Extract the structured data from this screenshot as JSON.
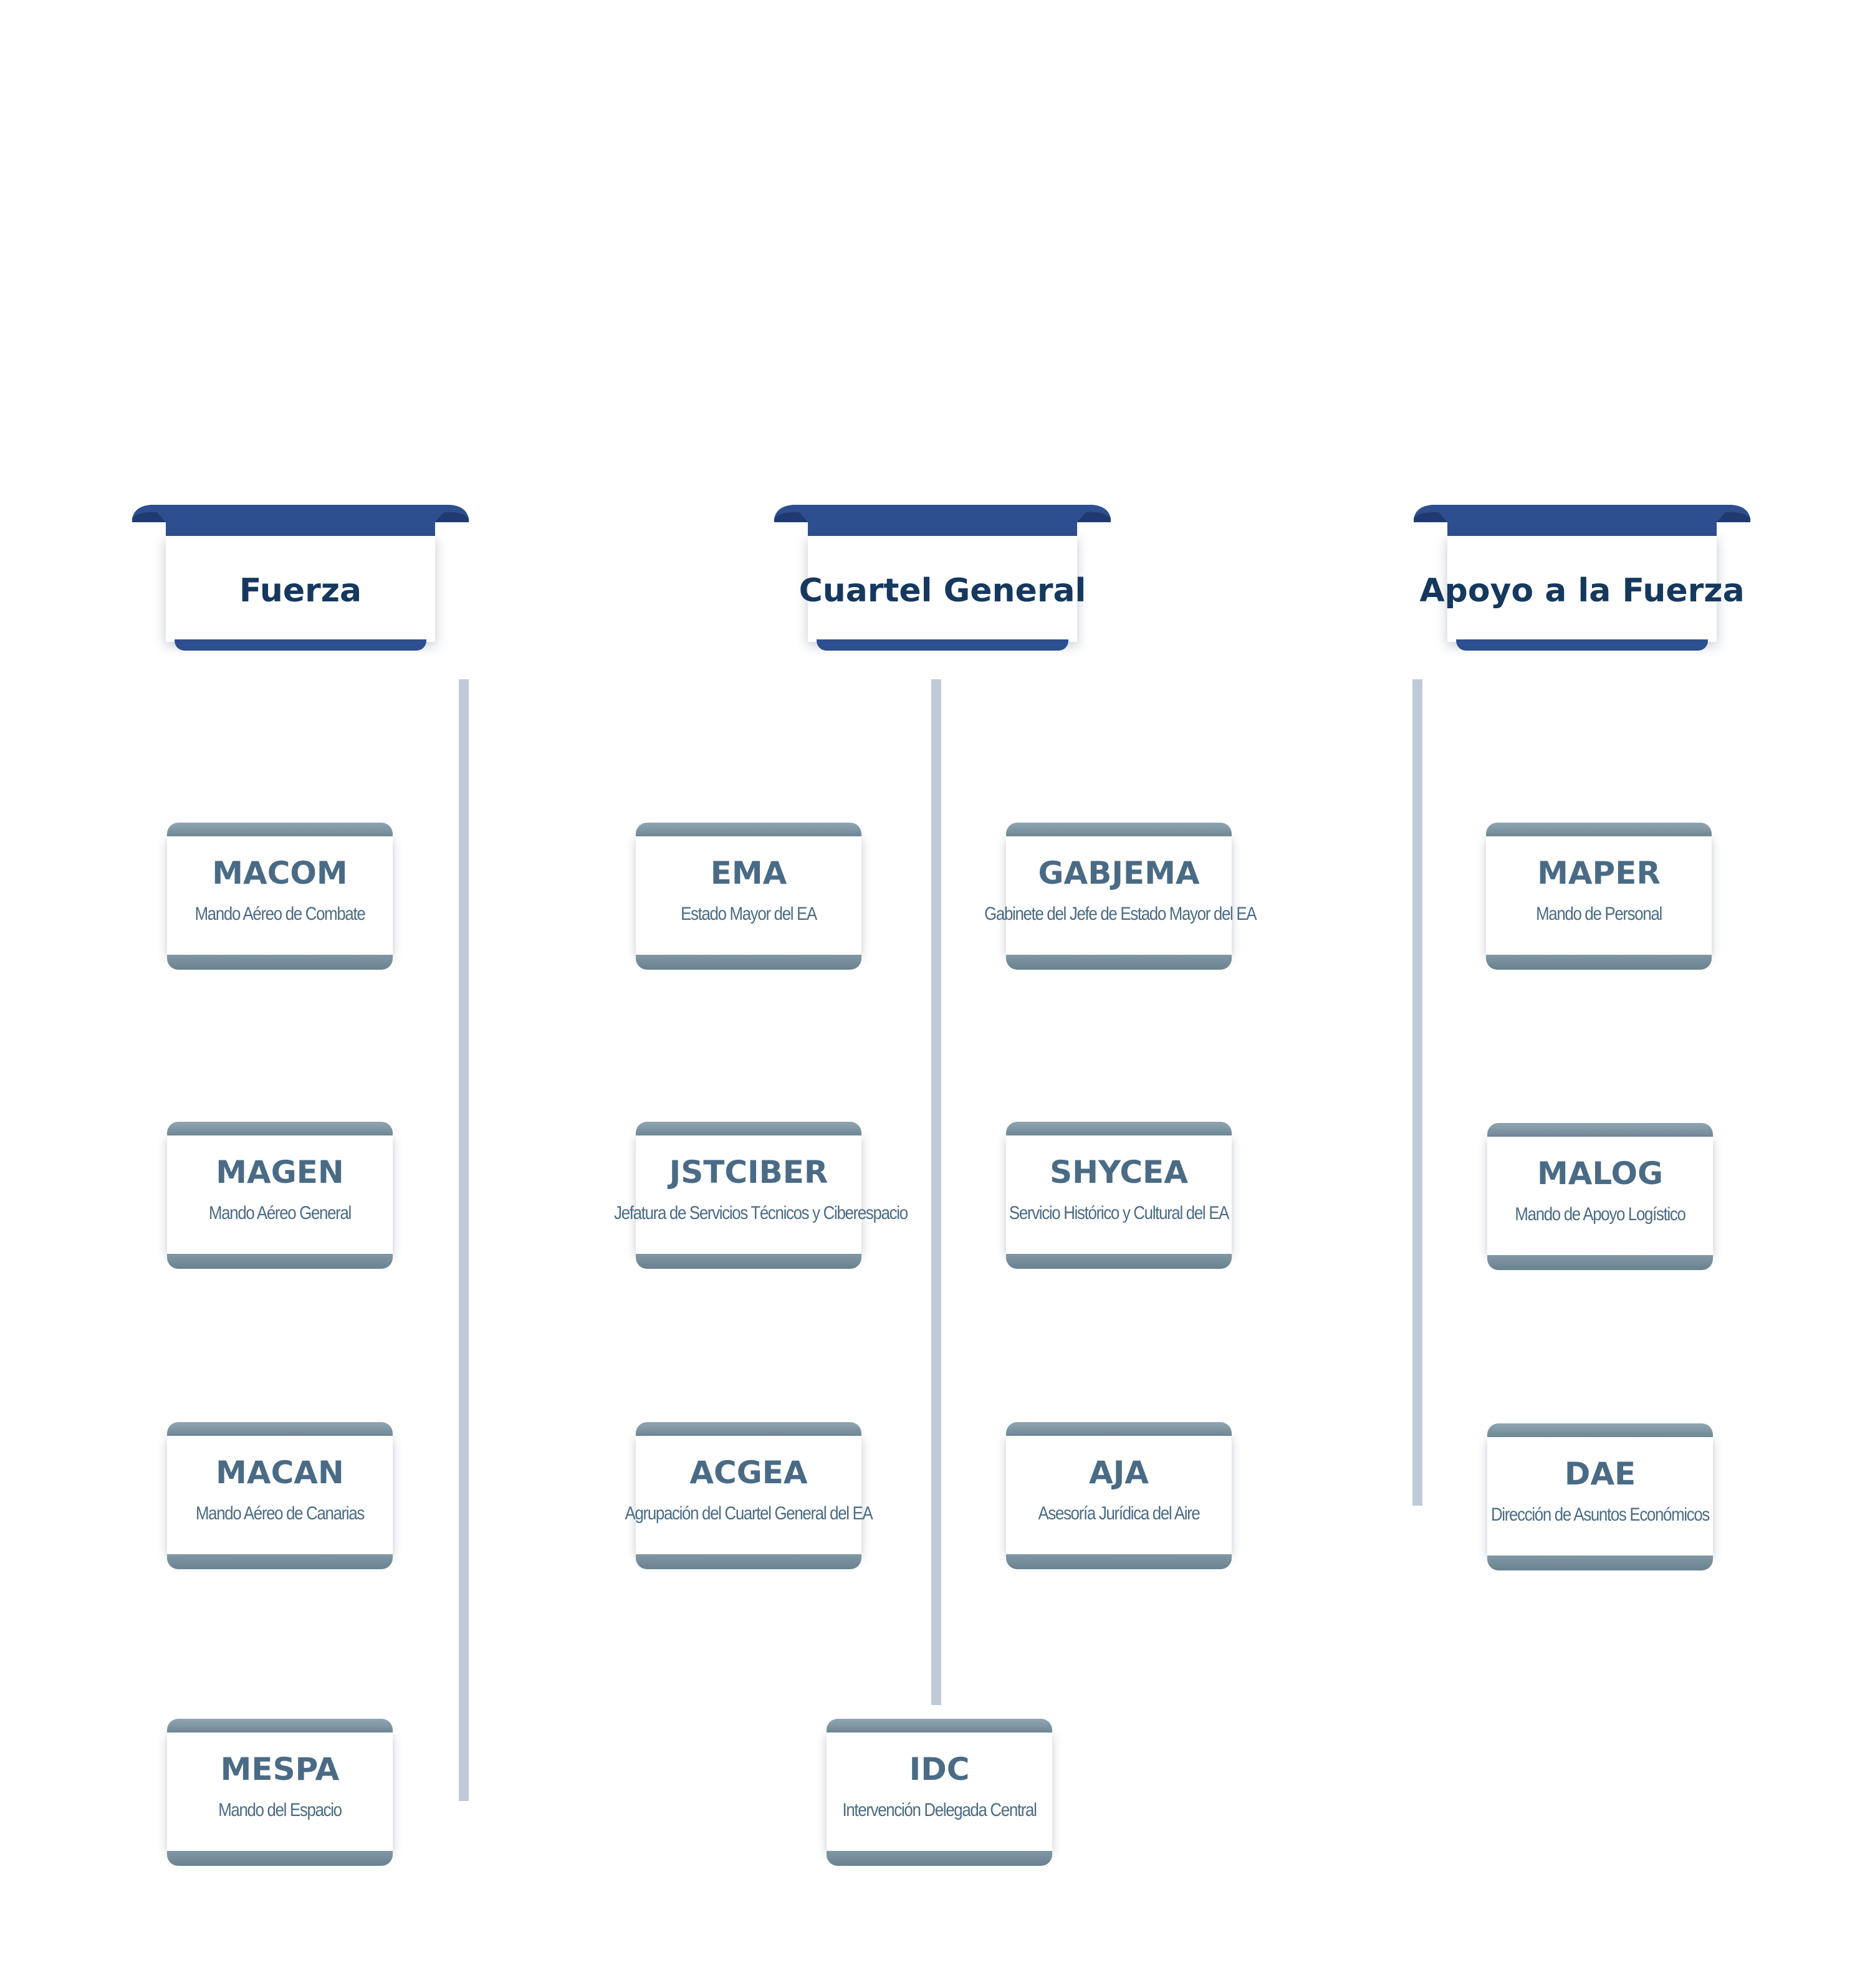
{
  "columns": [
    {
      "title": "Fuerza",
      "units": [
        {
          "abbr": "MACOM",
          "name": "Mando Aéreo de Combate"
        },
        {
          "abbr": "MAGEN",
          "name": "Mando Aéreo General"
        },
        {
          "abbr": "MACAN",
          "name": "Mando Aéreo de Canarias"
        },
        {
          "abbr": "MESPA",
          "name": "Mando del Espacio"
        }
      ]
    },
    {
      "title": "Cuartel General",
      "units": [
        {
          "abbr": "EMA",
          "name": "Estado Mayor del EA"
        },
        {
          "abbr": "GABJEMA",
          "name": "Gabinete del Jefe de Estado Mayor del EA"
        },
        {
          "abbr": "JSTCIBER",
          "name": "Jefatura de Servicios Técnicos y Ciberespacio"
        },
        {
          "abbr": "SHYCEA",
          "name": "Servicio Histórico y Cultural del EA"
        },
        {
          "abbr": "ACGEA",
          "name": "Agrupación del Cuartel General del EA"
        },
        {
          "abbr": "AJA",
          "name": "Asesoría Jurídica del Aire"
        },
        {
          "abbr": "IDC",
          "name": "Intervención Delegada Central"
        }
      ]
    },
    {
      "title": "Apoyo a la Fuerza",
      "units": [
        {
          "abbr": "MAPER",
          "name": "Mando de Personal"
        },
        {
          "abbr": "MALOG",
          "name": "Mando de Apoyo Logístico"
        },
        {
          "abbr": "DAE",
          "name": "Dirección de Asuntos Económicos"
        }
      ]
    }
  ],
  "colors": {
    "header_blue": "#2d4f8f",
    "header_title": "#15385f",
    "card_text": "#4a6b85",
    "card_band": "#7a919f",
    "connector": "#bfcad8"
  }
}
